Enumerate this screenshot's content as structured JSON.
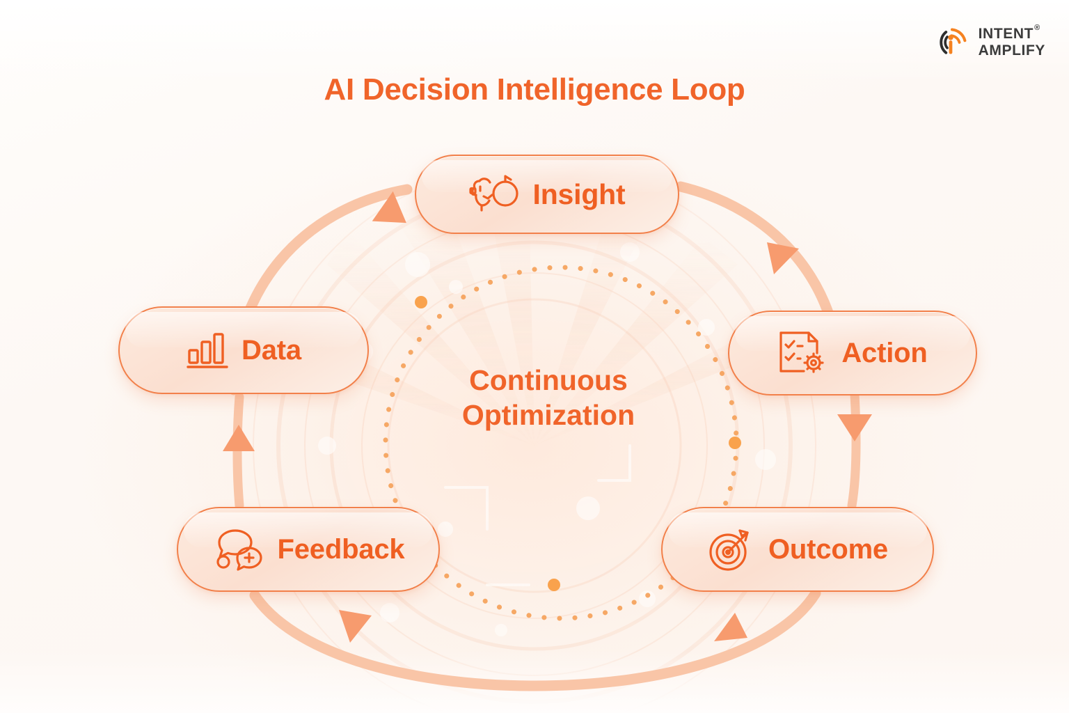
{
  "brand": {
    "logo_icon": "signal-waves-icon",
    "name_line1": "INTENT",
    "name_line2": "AMPLIFY",
    "registered_mark": "®",
    "color_dark": "#3b3b3b",
    "color_accent": "#f58220"
  },
  "page": {
    "title": "AI Decision Intelligence Loop",
    "title_color": "#f0642a",
    "background_color": "#fdfaf7"
  },
  "center": {
    "line1": "Continuous",
    "line2": "Optimization",
    "color": "#f0642a"
  },
  "theme": {
    "node_border": "#f2804a",
    "node_fill_start": "#fdeade",
    "node_fill_end": "#fcefe6",
    "label_color": "#ef5f22",
    "arrow_color": "#f9c3a4",
    "arrowhead_color": "#f79b6e",
    "dotted_circle_color": "#f5a35e",
    "accent_dot_color": "#f9a24d"
  },
  "nodes": [
    {
      "id": "insight",
      "label": "Insight",
      "icon": "brain-target-icon"
    },
    {
      "id": "action",
      "label": "Action",
      "icon": "checklist-gear-icon"
    },
    {
      "id": "outcome",
      "label": "Outcome",
      "icon": "target-arrow-icon"
    },
    {
      "id": "feedback",
      "label": "Feedback",
      "icon": "chat-bubbles-plus-icon"
    },
    {
      "id": "data",
      "label": "Data",
      "icon": "bar-chart-icon"
    }
  ],
  "flow": {
    "direction": "clockwise",
    "steps": [
      "Data",
      "Insight",
      "Action",
      "Outcome",
      "Feedback",
      "Data"
    ],
    "connectors": [
      {
        "from": "Data",
        "to": "Insight",
        "shape": "arc",
        "arrowhead": "up-right"
      },
      {
        "from": "Insight",
        "to": "Action",
        "shape": "arc",
        "arrowhead": "down-right"
      },
      {
        "from": "Action",
        "to": "Outcome",
        "shape": "line",
        "arrowhead": "down"
      },
      {
        "from": "Outcome",
        "to": "Feedback",
        "shape": "arc",
        "arrowhead": "left"
      },
      {
        "from": "Feedback",
        "to": "Data",
        "shape": "line",
        "arrowhead": "up"
      }
    ],
    "inner_circle": {
      "style": "dotted",
      "accent_dots": 3
    }
  }
}
